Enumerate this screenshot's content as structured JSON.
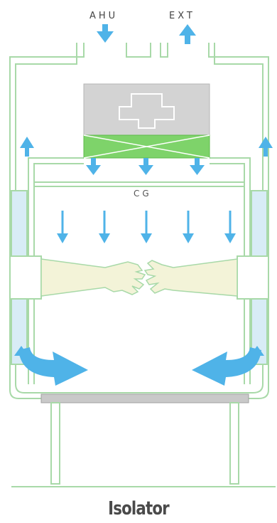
{
  "labels": {
    "ahu": "AHU",
    "ext": "EXT",
    "cg": "CG",
    "caption": "Isolator"
  },
  "colors": {
    "frame": "#a8d9a8",
    "airflow_arrow": "#4fb3e8",
    "hepa_filter": "#7ed36a",
    "blower_housing": "#d3d3d3",
    "glove": "#f3f3d8",
    "port": "#d8ecf6",
    "table": "#c9c9c9"
  }
}
